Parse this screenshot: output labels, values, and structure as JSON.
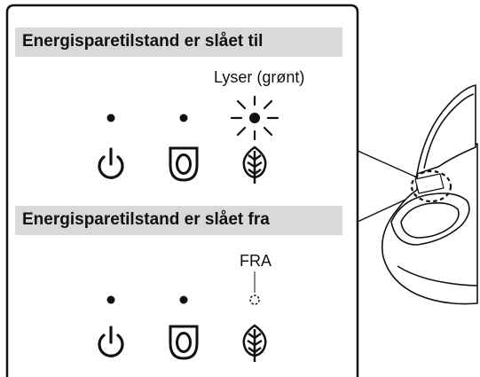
{
  "sections": [
    {
      "heading": "Energisparetilstand er slået til",
      "indicator_label": "Lyser (grønt)"
    },
    {
      "heading": "Energisparetilstand er slået fra",
      "indicator_label": "FRA"
    }
  ],
  "icons": [
    "power-icon",
    "toilet-seat-icon",
    "leaf-icon"
  ],
  "colors": {
    "band": "#d9d9d9",
    "line": "#111111",
    "background": "#ffffff"
  }
}
